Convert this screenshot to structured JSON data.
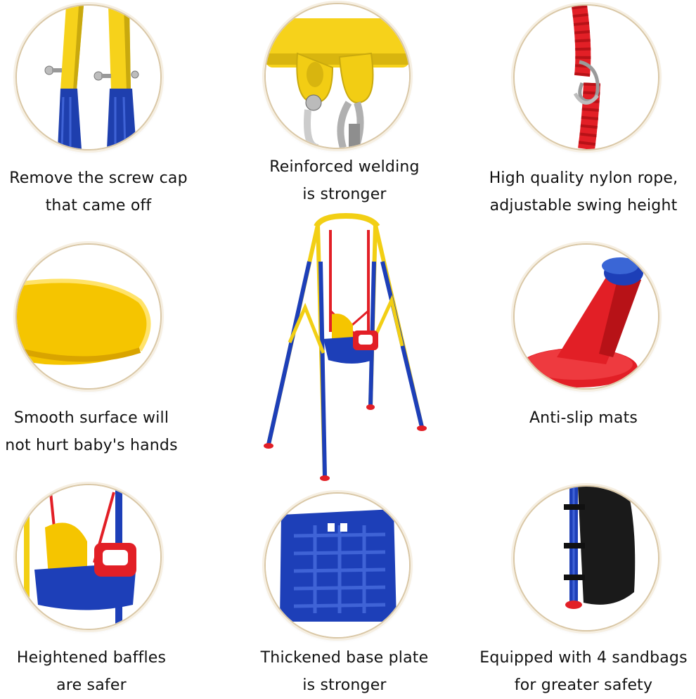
{
  "features": [
    {
      "id": "screw-cap",
      "lines": [
        "Remove the screw cap",
        "that came off"
      ],
      "icon": "screw-cap-icon"
    },
    {
      "id": "welding",
      "lines": [
        "Reinforced welding",
        "is stronger"
      ],
      "icon": "welding-bracket-icon"
    },
    {
      "id": "rope",
      "lines": [
        "High quality nylon rope,",
        "adjustable swing height"
      ],
      "icon": "nylon-rope-icon"
    },
    {
      "id": "surface",
      "lines": [
        "Smooth surface will",
        "not hurt baby's hands"
      ],
      "icon": "smooth-seat-icon"
    },
    {
      "id": "mats",
      "lines": [
        "Anti-slip mats"
      ],
      "icon": "anti-slip-mat-icon"
    },
    {
      "id": "baffles",
      "lines": [
        "Heightened baffles",
        "are safer"
      ],
      "icon": "baffle-seat-icon"
    },
    {
      "id": "base-plate",
      "lines": [
        "Thickened base plate",
        "is stronger"
      ],
      "icon": "base-plate-icon"
    },
    {
      "id": "sandbags",
      "lines": [
        "Equipped with 4 sandbags",
        "for greater safety"
      ],
      "icon": "sandbag-icon"
    }
  ],
  "colors": {
    "yellow": "#f7d51c",
    "blue": "#1d3fb8",
    "red": "#e21f26",
    "circle_border": "#d9c7a6"
  },
  "product_image": "baby-swing-set-icon"
}
